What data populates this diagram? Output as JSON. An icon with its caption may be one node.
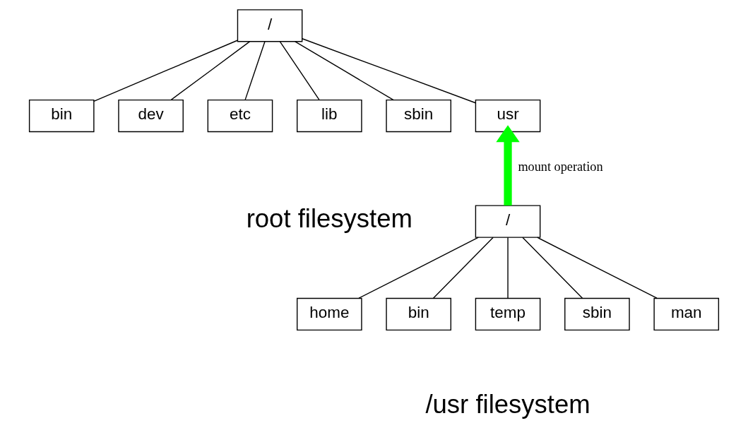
{
  "diagram": {
    "nodes": [
      {
        "text": [
          "/"
        ]
      },
      {
        "text": [
          "bin"
        ]
      },
      {
        "text": [
          "dev"
        ]
      },
      {
        "text": [
          "etc"
        ]
      },
      {
        "text": [
          "lib"
        ]
      },
      {
        "text": [
          "sbin"
        ]
      },
      {
        "text": [
          "usr"
        ]
      },
      {
        "text": [
          "/"
        ]
      },
      {
        "text": [
          "home"
        ]
      },
      {
        "text": [
          "bin"
        ]
      },
      {
        "text": [
          "temp"
        ]
      },
      {
        "text": [
          "sbin"
        ]
      },
      {
        "text": [
          "man"
        ]
      }
    ],
    "edges": [
      {
        "from": 0,
        "to": 1,
        "arrow": "none"
      },
      {
        "from": 0,
        "to": 2,
        "arrow": "none"
      },
      {
        "from": 0,
        "to": 3,
        "arrow": "none"
      },
      {
        "from": 0,
        "to": 4,
        "arrow": "none"
      },
      {
        "from": 0,
        "to": 5,
        "arrow": "none"
      },
      {
        "from": 0,
        "to": 6,
        "arrow": "none"
      },
      {
        "from": 7,
        "to": 6,
        "arrow": "to",
        "label": "mount operation",
        "style": "thick",
        "color": "#00ff00"
      },
      {
        "from": 7,
        "to": 8,
        "arrow": "none"
      },
      {
        "from": 7,
        "to": 9,
        "arrow": "none"
      },
      {
        "from": 7,
        "to": 10,
        "arrow": "none"
      },
      {
        "from": 7,
        "to": 11,
        "arrow": "none"
      },
      {
        "from": 7,
        "to": 12,
        "arrow": "none"
      }
    ],
    "labels": [
      "root filesystem",
      "/usr filesystem"
    ]
  }
}
